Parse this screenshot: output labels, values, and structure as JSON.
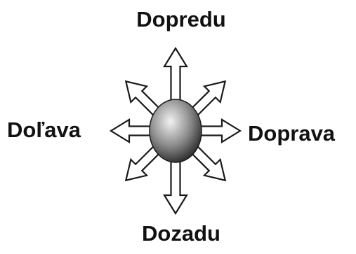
{
  "labels": {
    "up": "Dopredu",
    "down": "Dozadu",
    "left": "Doľava",
    "right": "Doprava"
  },
  "arrows": {
    "directions": [
      "up",
      "up-right",
      "right",
      "down-right",
      "down",
      "down-left",
      "left",
      "up-left"
    ],
    "style": "hollow"
  },
  "colors": {
    "background": "#ffffff",
    "outline": "#1a1a1a",
    "arrow_fill": "#ffffff",
    "text": "#111111",
    "sphere_highlight": "#f2f2f2",
    "sphere_mid": "#8c8c8c",
    "sphere_shadow": "#262626"
  }
}
